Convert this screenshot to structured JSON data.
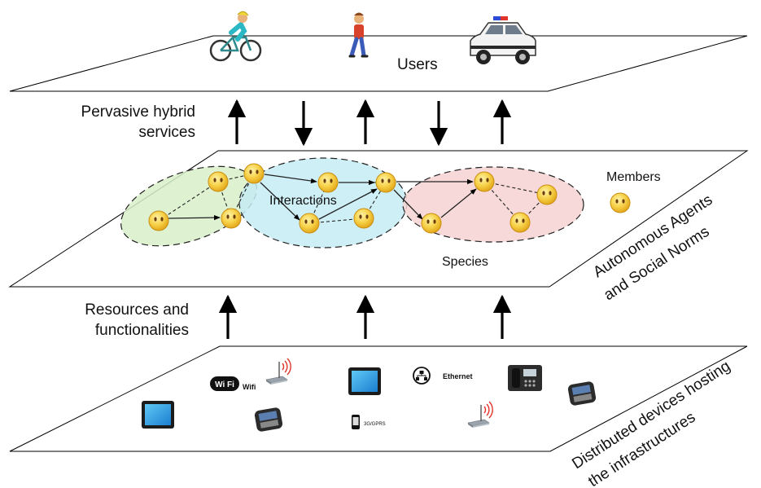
{
  "layers": {
    "users": "Users",
    "agents_line1": "Autonomous Agents",
    "agents_line2": "and Social Norms",
    "devices_line1": "Distributed devices hosting",
    "devices_line2": "the infrastructures"
  },
  "flows": {
    "services_line1": "Pervasive hybrid",
    "services_line2": "services",
    "resources_line1": "Resources and",
    "resources_line2": "functionalities"
  },
  "agents": {
    "interactions": "Interactions",
    "species": "Species",
    "members": "Members"
  },
  "devices": {
    "wifi_logo": "Wi Fi",
    "wifi": "Wifi",
    "ethernet": "Ethernet",
    "gprs": "3G/GPRS"
  },
  "colors": {
    "species_green": "#d8efc9",
    "species_cyan": "#c6ecf3",
    "species_red": "#f6d2d2",
    "smiley": "#f7d24a",
    "plane_stroke": "#000000"
  },
  "icons": [
    "cyclist-icon",
    "pedestrian-icon",
    "police-car-icon",
    "smiley-icon",
    "tablet-icon",
    "wifi-router-icon",
    "mobile-phone-icon",
    "ethernet-icon",
    "desk-phone-icon"
  ]
}
